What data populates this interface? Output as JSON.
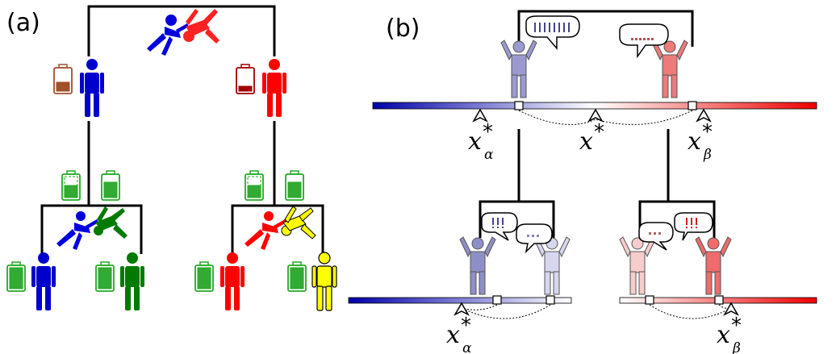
{
  "panels": {
    "a": {
      "label": "(a)"
    },
    "b": {
      "label": "(b)"
    }
  },
  "math_labels": {
    "x_alpha_top": {
      "base": "x",
      "sup": "*",
      "sub": "α"
    },
    "x_star": {
      "base": "x",
      "sup": "*"
    },
    "x_beta_top": {
      "base": "x",
      "sup": "*",
      "sub": "β"
    },
    "x_alpha_bottom": {
      "base": "x",
      "sup": "*",
      "sub": "α"
    },
    "x_beta_bottom": {
      "base": "x",
      "sup": "*",
      "sub": "β"
    }
  },
  "colors": {
    "blue": "#0000cc",
    "red": "#ff0000",
    "green": "#007a00",
    "yellow": "#ffff00",
    "brown": "#a0522d",
    "dark_red": "#a00000",
    "battery_green": "#33aa33",
    "light_blue": "#9a9ad0",
    "lighter_blue": "#d4d4ee",
    "light_red": "#f2a0a0",
    "lighter_red": "#f6d0d0",
    "med_red": "#ee6c6c"
  },
  "icons": [
    "wrestling-pair-icon",
    "standing-person-icon",
    "battery-icon",
    "raised-arms-person-icon",
    "speech-bubble-icon",
    "pointer-arrow-icon"
  ]
}
